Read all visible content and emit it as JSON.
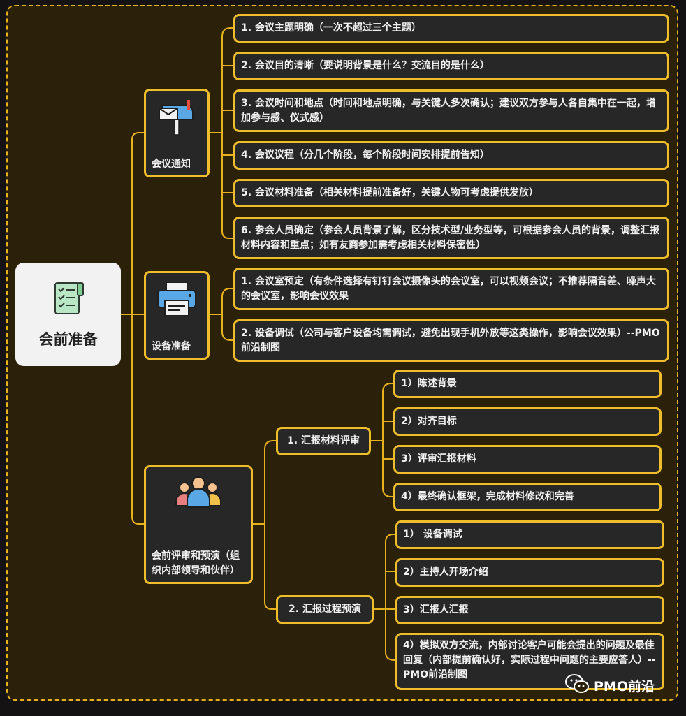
{
  "root": {
    "label": "会前准备",
    "icon": "checklist-icon"
  },
  "categories": [
    {
      "label": "会议通知",
      "icon": "mailbox-icon"
    },
    {
      "label": "设备准备",
      "icon": "printer-icon"
    },
    {
      "label": "会前评审和预演（组织内部领导和伙伴）",
      "icon": "team-icon"
    }
  ],
  "notice_items": [
    "1. 会议主题明确（一次不超过三个主题）",
    "2. 会议目的清晰（要说明背景是什么？交流目的是什么）",
    "3. 会议时间和地点（时间和地点明确，与关键人多次确认；建议双方参与人各自集中在一起，增加参与感、仪式感）",
    "4. 会议议程（分几个阶段，每个阶段时间安排提前告知）",
    "5. 会议材料准备（相关材料提前准备好，关键人物可考虑提供发放）",
    "6. 参会人员确定（参会人员背景了解，区分技术型/业务型等，可根据参会人员的背景，调整汇报材料内容和重点；如有友商参加需考虑相关材料保密性）"
  ],
  "device_items": [
    "1. 会议室预定（有条件选择有钉钉会议摄像头的会议室，可以视频会议；不推荐隔音差、噪声大的会议室，影响会议效果",
    "2.  设备调试（公司与客户设备均需调试，避免出现手机外放等这类操作，影响会议效果）--PMO前沿制图"
  ],
  "review": {
    "sub1": {
      "label": "1. 汇报材料评审",
      "items": [
        "1）陈述背景",
        "2）对齐目标",
        "3）评审汇报材料",
        "4）最终确认框架，完成材料修改和完善"
      ]
    },
    "sub2": {
      "label": "2. 汇报过程预演",
      "items": [
        "1） 设备调试",
        "2）主持人开场介绍",
        "3）汇报人汇报",
        "4）模拟双方交流，内部讨论客户可能会提出的问题及最佳回复（内部提前确认好，实际过程中问题的主要应答人）--PMO前沿制图"
      ]
    }
  },
  "watermark": "PMO前沿",
  "colors": {
    "accent": "#efbe2a",
    "background": "#2b2008",
    "node": "#272727",
    "text": "#f2f2f2"
  }
}
